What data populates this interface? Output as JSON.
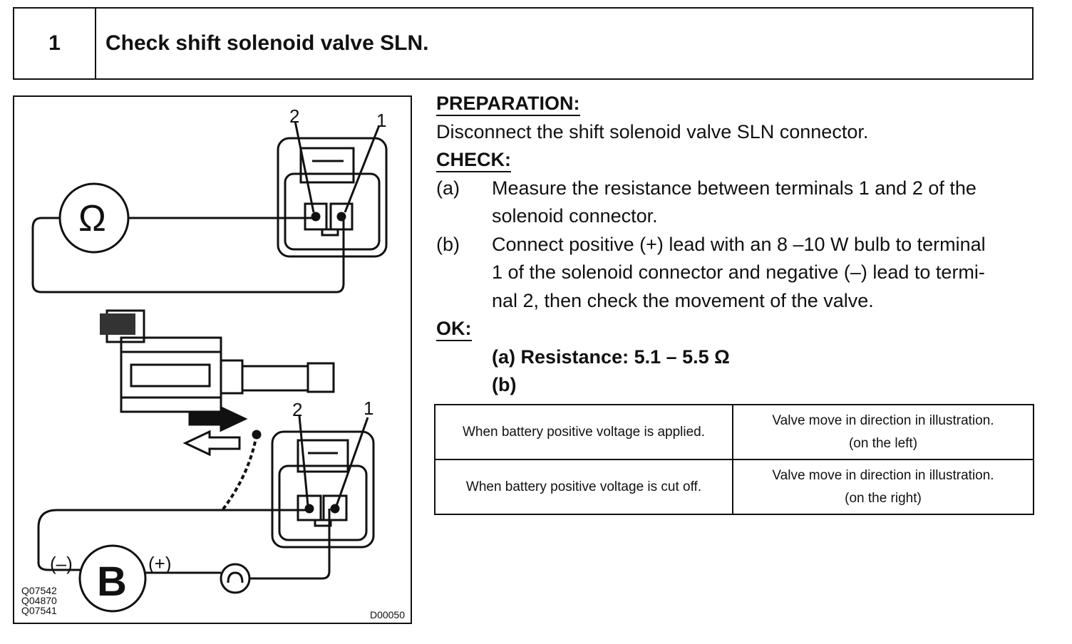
{
  "step": {
    "number": "1",
    "title": "Check shift solenoid valve SLN."
  },
  "figure": {
    "terminal_labels": [
      "2",
      "1",
      "2",
      "1"
    ],
    "ohm_symbol": "Ω",
    "battery_symbol": "B",
    "neg_label": "(–)",
    "pos_label": "(+)",
    "part_codes": [
      "Q07542",
      "Q04870",
      "Q07541"
    ],
    "figure_id": "D00050"
  },
  "preparation": {
    "heading": "PREPARATION:",
    "text": "Disconnect the shift solenoid valve SLN connector."
  },
  "check": {
    "heading": "CHECK:",
    "items": [
      {
        "mark": "(a)",
        "lines": [
          "Measure the resistance between terminals 1 and 2 of the",
          "solenoid connector."
        ]
      },
      {
        "mark": "(b)",
        "lines": [
          "Connect positive (+) lead with an 8 –10 W bulb to terminal",
          "1 of the solenoid connector and negative (–) lead to termi-",
          "nal 2, then check the movement of the valve."
        ]
      }
    ]
  },
  "ok": {
    "heading": "OK:",
    "a": "(a) Resistance: 5.1 – 5.5 Ω",
    "b": "(b)"
  },
  "table": {
    "rows": [
      {
        "condition": "When battery positive voltage is applied.",
        "result_line1": "Valve move in direction in illustration.",
        "result_line2": "(on the left)"
      },
      {
        "condition": "When battery positive voltage is cut off.",
        "result_line1": "Valve move in direction in illustration.",
        "result_line2": "(on the right)"
      }
    ]
  }
}
